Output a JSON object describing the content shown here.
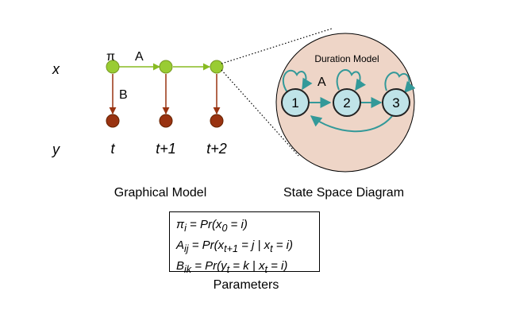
{
  "graphical_model": {
    "row_labels": {
      "x": "x",
      "y": "y"
    },
    "time_labels": [
      "t",
      "t+1",
      "t+2"
    ],
    "pi_label": "π",
    "transition_label": "A",
    "emission_label": "B",
    "caption": "Graphical Model"
  },
  "state_space": {
    "title": "Duration Model",
    "transition_label": "A",
    "states": [
      "1",
      "2",
      "3"
    ],
    "caption": "State Space Diagram"
  },
  "parameters": {
    "pi": {
      "sym": "π",
      "sub": "i",
      "rest_a": " = Pr(x",
      "sub2": "0",
      "rest_b": " = i)"
    },
    "A": {
      "sym": "A",
      "sub": "ij",
      "rest_a": " = Pr(x",
      "sub2": "t+1",
      "rest_b": " = j | x",
      "sub3": "t",
      "rest_c": " = i)"
    },
    "B": {
      "sym": "B",
      "sub": "ik",
      "rest_a": " = Pr(y",
      "sub2": "t",
      "rest_b": " = k | x",
      "sub3": "t",
      "rest_c": " = i)"
    },
    "caption": "Parameters"
  },
  "colors": {
    "hidden_node": "#99cc33",
    "observed_node": "#993311",
    "green_edge": "#88bb22",
    "brown_edge": "#993311",
    "bubble": "#eed5c7",
    "state_fill": "#bfe3e8",
    "teal_edge": "#339999"
  }
}
